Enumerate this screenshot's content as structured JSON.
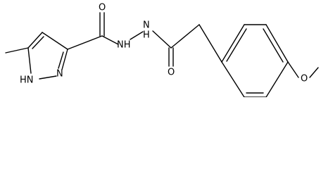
{
  "molecule": {
    "atom_labels": {
      "carbonyl_oxygen_left": "O",
      "hydrazide_nh": "NH",
      "hydrazide_n": "N",
      "hydrazide_h": "H",
      "carbonyl_oxygen_right": "O",
      "pyrazole_n": "N",
      "pyrazole_nh": "HN",
      "ether_oxygen": "O"
    }
  }
}
